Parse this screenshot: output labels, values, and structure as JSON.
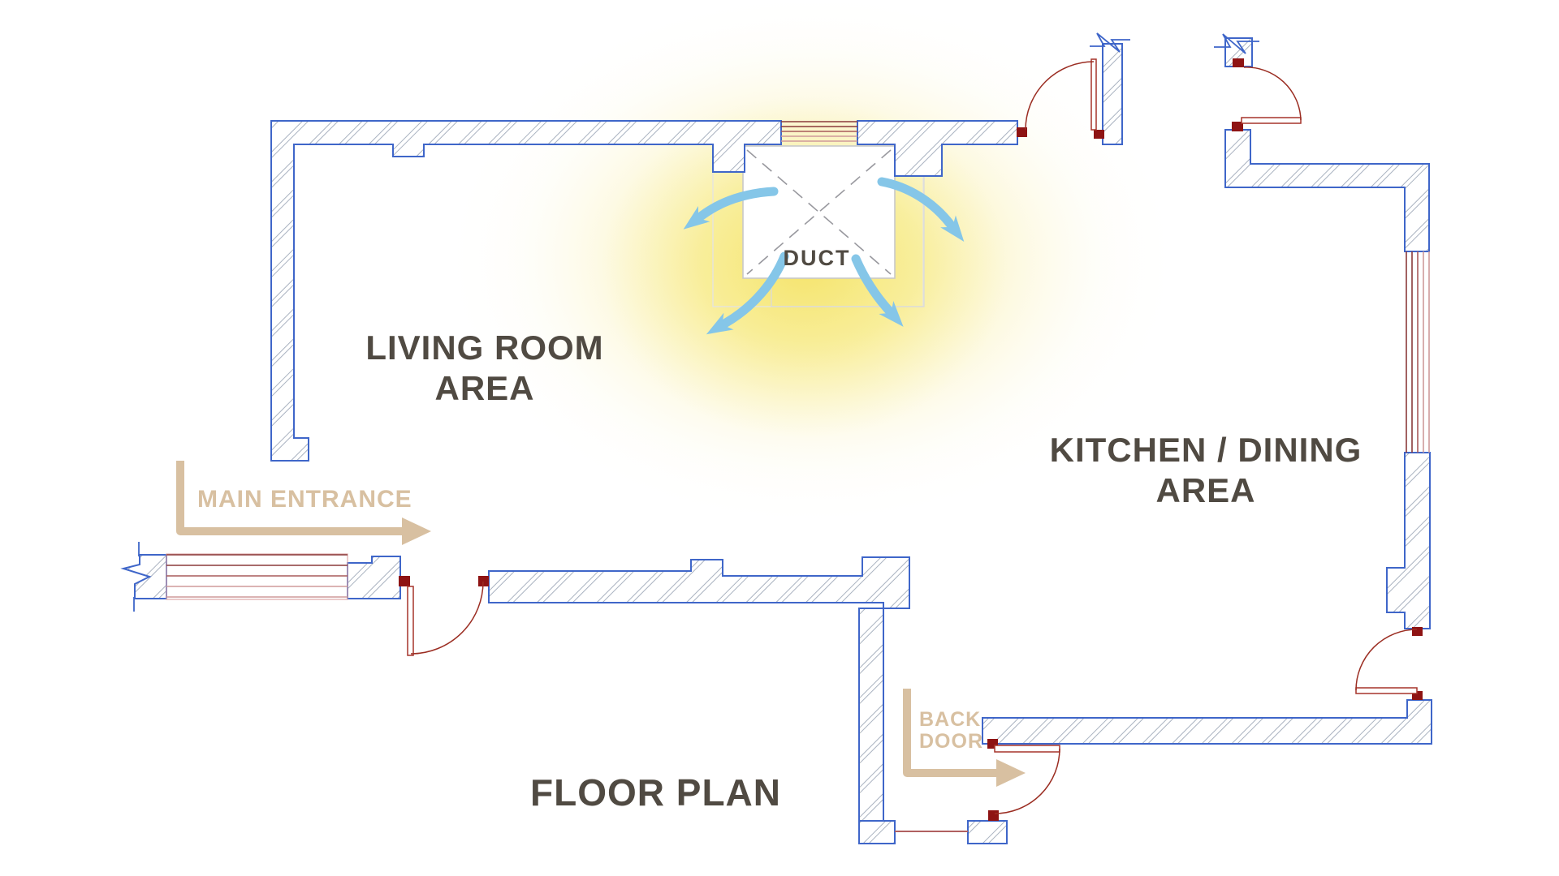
{
  "labels": {
    "title": "FLOOR PLAN",
    "living_room": "LIVING ROOM AREA",
    "kitchen_dining": "KITCHEN / DINING AREA",
    "duct": "DUCT",
    "main_entrance": "MAIN ENTRANCE",
    "back_door": "BACK DOOR"
  },
  "colors": {
    "wall_outline": "#3f66c9",
    "wall_hatch": "#a9b2c0",
    "door_swing": "#9b2d22",
    "door_jamb": "#8e1313",
    "window_dark": "#8b3a3a",
    "window_light": "#cf9a9a",
    "airflow_arrow": "#85c6e8",
    "glow": "#f6e778",
    "annotation_arrow": "#d8c0a1",
    "label_text": "#504a42",
    "duct_outline": "#c8c8c8",
    "threshold": "#b06060"
  }
}
